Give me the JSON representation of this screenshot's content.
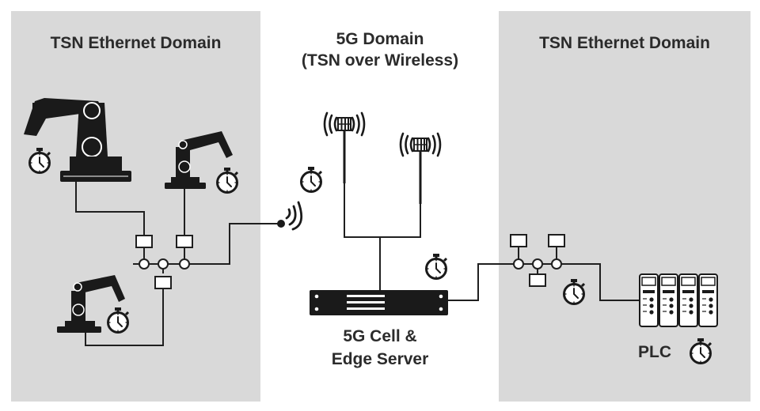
{
  "domains": {
    "left_title": "TSN Ethernet Domain",
    "middle_title_line1": "5G Domain",
    "middle_title_line2": "(TSN over Wireless)",
    "right_title": "TSN Ethernet Domain"
  },
  "server": {
    "label_line1": "5G Cell &",
    "label_line2": "Edge Server"
  },
  "plc": {
    "label": "PLC"
  },
  "colors": {
    "domain_background": "#d9d9d9",
    "line": "#1f1f1f",
    "device": "#1a1a1a",
    "text": "#2b2b2b"
  },
  "icons": [
    "robot-arm-icon",
    "stopwatch-icon",
    "ethernet-switch-icon",
    "wireless-signal-icon",
    "antenna-icon",
    "server-icon",
    "plc-icon"
  ]
}
